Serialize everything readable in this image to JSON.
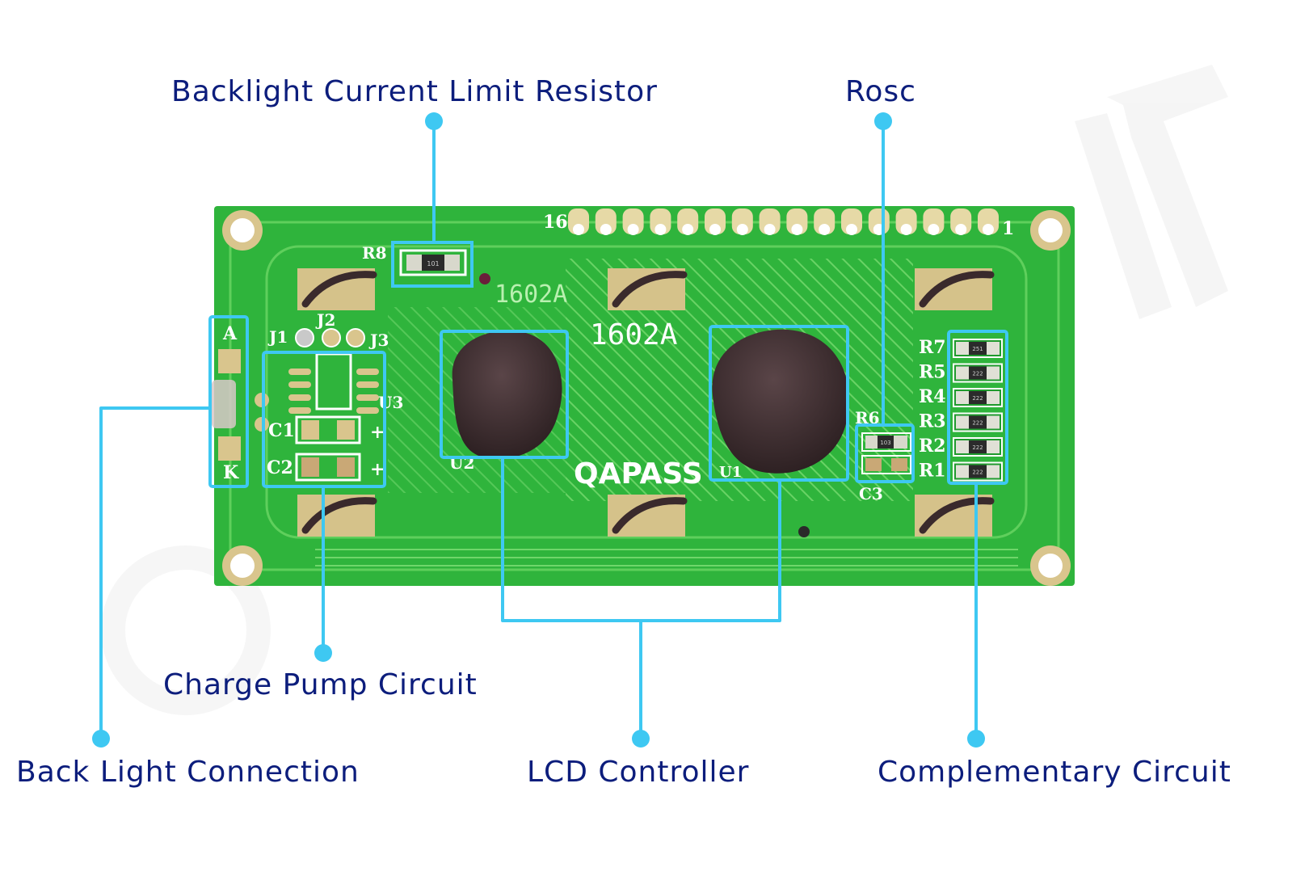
{
  "diagram": {
    "title": "16x2 LCD module (1602A) back side",
    "colors": {
      "callout": "#3ec8f2",
      "label": "#0c1d7c",
      "pcb": "#2fb43c",
      "pcb_dark": "#1f9a2d",
      "trace": "#6fd66a",
      "pad": "#e6d9a6",
      "blob": "#3a2a2c",
      "silkscreen": "#ffffff"
    },
    "callouts": [
      {
        "id": "backlight-resistor",
        "label": "Backlight Current Limit Resistor"
      },
      {
        "id": "rosc",
        "label": "Rosc"
      },
      {
        "id": "charge-pump",
        "label": "Charge Pump Circuit"
      },
      {
        "id": "backlight-connection",
        "label": "Back Light Connection"
      },
      {
        "id": "lcd-controller",
        "label": "LCD Controller"
      },
      {
        "id": "complementary",
        "label": "Complementary Circuit"
      }
    ],
    "board": {
      "model_silk_1": "1602A",
      "model_silk_2": "1602A",
      "brand": "QAPASS",
      "pin_first": "16",
      "pin_last": "1",
      "pin_count": 16,
      "backlight_pins": [
        "A",
        "K"
      ],
      "jumpers": [
        "J1",
        "J2",
        "J3"
      ],
      "ic_u3": "U3",
      "caps": [
        "C1",
        "C2",
        "C3"
      ],
      "plus": "+",
      "controllers": [
        "U2",
        "U1"
      ],
      "resistor_r8": "R8",
      "resistor_r8_code": "101",
      "resistor_r6": "R6",
      "resistor_r6_code": "103",
      "resistor_bank": [
        {
          "name": "R7",
          "code": "251"
        },
        {
          "name": "R5",
          "code": "222"
        },
        {
          "name": "R4",
          "code": "222"
        },
        {
          "name": "R3",
          "code": "222"
        },
        {
          "name": "R2",
          "code": "222"
        },
        {
          "name": "R1",
          "code": "222"
        }
      ]
    }
  }
}
